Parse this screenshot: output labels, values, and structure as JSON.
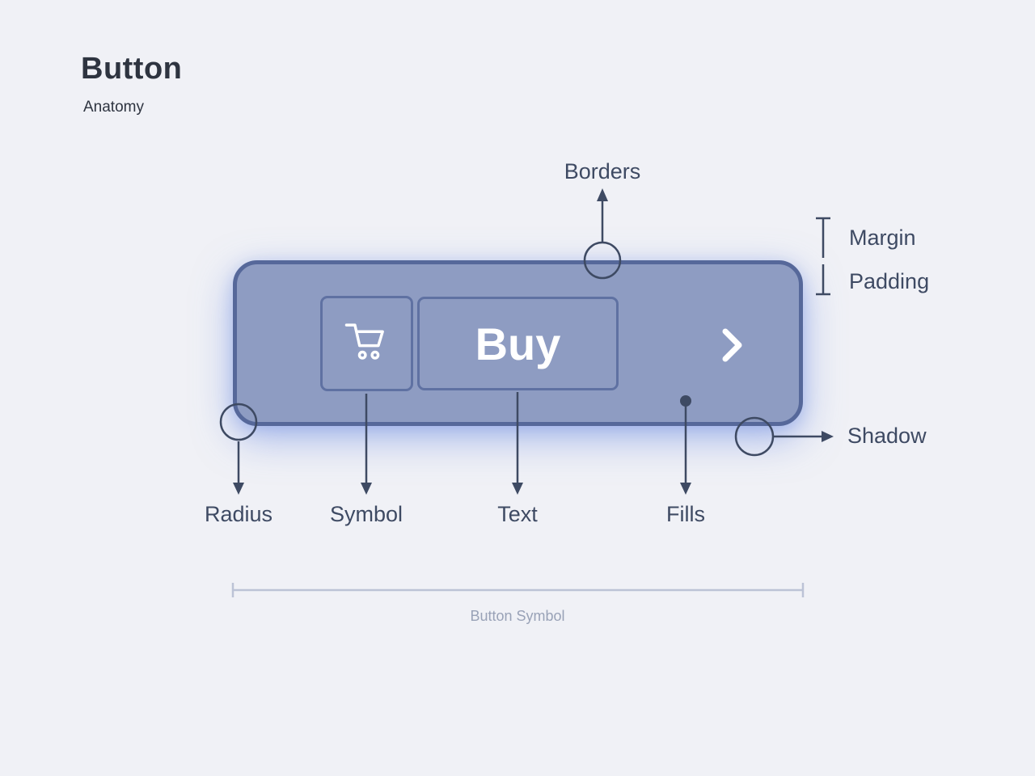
{
  "header": {
    "title": "Button",
    "subtitle": "Anatomy"
  },
  "button": {
    "label": "Buy",
    "leading_icon": "shopping-cart-icon",
    "trailing_icon": "chevron-right-icon"
  },
  "annotations": {
    "borders": "Borders",
    "margin": "Margin",
    "padding": "Padding",
    "radius": "Radius",
    "symbol": "Symbol",
    "text": "Text",
    "fills": "Fills",
    "shadow": "Shadow"
  },
  "measure": {
    "label": "Button Symbol"
  },
  "colors": {
    "background": "#f0f1f6",
    "button_fill": "#8e9cc2",
    "button_border": "#56689a",
    "inner_border": "#5f71a2",
    "annotation_ink": "#3e4a63",
    "measure_line": "#bcc3d6",
    "measure_label": "#99a2b7",
    "glow": "rgba(110,140,225,0.55)"
  }
}
